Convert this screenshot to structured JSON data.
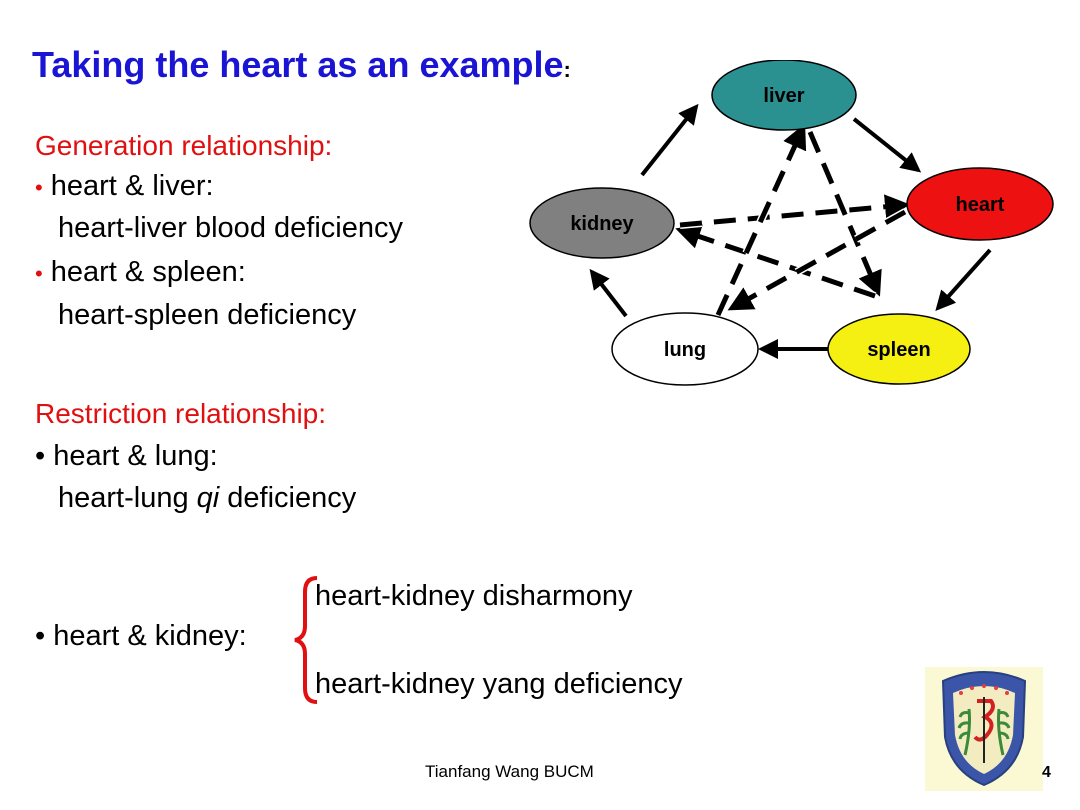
{
  "slide": {
    "title": "Taking  the heart as an example",
    "title_colon": ":",
    "generation": {
      "heading": "Generation relationship:",
      "items": [
        {
          "bullet": "•",
          "line1": "heart & liver:",
          "line2": "heart-liver blood deficiency"
        },
        {
          "bullet": "•",
          "line1": "heart & spleen:",
          "line2": "heart-spleen deficiency"
        }
      ]
    },
    "restriction": {
      "heading": "Restriction relationship:",
      "lung_line1": "• heart & lung:",
      "lung_line2_pre": "heart-lung ",
      "lung_line2_ital": "qi",
      "lung_line2_post": " deficiency",
      "kidney_label": "• heart & kidney:",
      "kidney_option1": "heart-kidney disharmony",
      "kidney_option2": "heart-kidney yang deficiency"
    },
    "diagram": {
      "nodes": [
        {
          "label": "liver",
          "color": "#2a9090"
        },
        {
          "label": "heart",
          "color": "#ee1111"
        },
        {
          "label": "spleen",
          "color": "#f5f011"
        },
        {
          "label": "lung",
          "color": "#ffffff"
        },
        {
          "label": "kidney",
          "color": "#808080"
        }
      ]
    },
    "footer": "Tianfang Wang  BUCM",
    "page_number": "4",
    "colors": {
      "title": "#1a14d4",
      "heading": "#e01010"
    }
  }
}
